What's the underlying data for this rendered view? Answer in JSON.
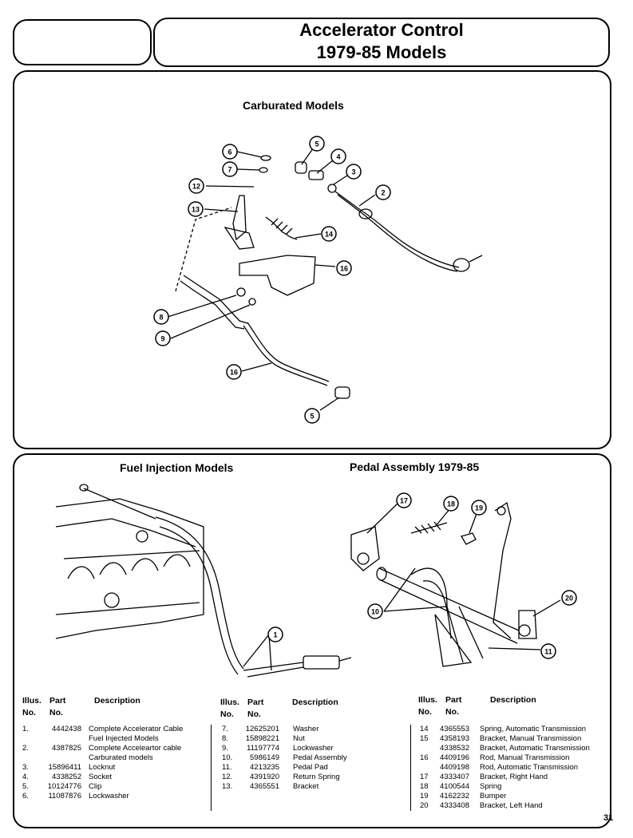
{
  "header": {
    "title_line1": "Accelerator Control",
    "title_line2": "1979-85 Models"
  },
  "sections": {
    "carburated": "Carburated Models",
    "fuel_injection": "Fuel Injection Models",
    "pedal_assembly": "Pedal Assembly 1979-85"
  },
  "callouts": {
    "carburated": [
      "6",
      "7",
      "5",
      "4",
      "3",
      "12",
      "2",
      "13",
      "14",
      "16",
      "8",
      "9",
      "16",
      "5"
    ],
    "fuel_injection": [
      "1"
    ],
    "pedal": [
      "17",
      "18",
      "19",
      "10",
      "20",
      "11"
    ]
  },
  "parts_table": {
    "headers": {
      "illus": "Illus.",
      "no": "No.",
      "part": "Part",
      "part_no": "No.",
      "description": "Description"
    },
    "columns": [
      [
        {
          "illus": "1.",
          "part": "4442438",
          "desc": "Complete Accelerator Cable"
        },
        {
          "illus": "",
          "part": "",
          "desc": "Fuel Injected Models"
        },
        {
          "illus": "2.",
          "part": "4387825",
          "desc": "Complete Acceleartor cable"
        },
        {
          "illus": "",
          "part": "",
          "desc": "Carburated models"
        },
        {
          "illus": "3.",
          "part": "15896411",
          "desc": "Locknut"
        },
        {
          "illus": "4.",
          "part": "4338252",
          "desc": "Socket"
        },
        {
          "illus": "5.",
          "part": "10124776",
          "desc": "Clip"
        },
        {
          "illus": "6.",
          "part": "11087876",
          "desc": "Lockwasher"
        }
      ],
      [
        {
          "illus": "7.",
          "part": "12625201",
          "desc": "Washer"
        },
        {
          "illus": "8.",
          "part": "15898221",
          "desc": "Nut"
        },
        {
          "illus": "9.",
          "part": "11197774",
          "desc": "Lockwasher"
        },
        {
          "illus": "10.",
          "part": "5986149",
          "desc": "Pedal Assembly"
        },
        {
          "illus": "11.",
          "part": "4213235",
          "desc": "Pedal Pad"
        },
        {
          "illus": "12.",
          "part": "4391920",
          "desc": "Return Spring"
        },
        {
          "illus": "13.",
          "part": "4365551",
          "desc": "Bracket"
        }
      ],
      [
        {
          "illus": "14",
          "part": "4365553",
          "desc": "Spring, Automatic Transmission"
        },
        {
          "illus": "15",
          "part": "4358193",
          "desc": "Bracket, Manual Transmission"
        },
        {
          "illus": "",
          "part": "4338532",
          "desc": "Bracket, Automatic Transmission"
        },
        {
          "illus": "16",
          "part": "4409196",
          "desc": "Rod, Manual Transmission"
        },
        {
          "illus": "",
          "part": "4409198",
          "desc": "Rod, Automatic Transmission"
        },
        {
          "illus": "17",
          "part": "4333407",
          "desc": "Bracket, Right Hand"
        },
        {
          "illus": "18",
          "part": "4100544",
          "desc": "Spring"
        },
        {
          "illus": "19",
          "part": "4162232",
          "desc": "Bumper"
        },
        {
          "illus": "20",
          "part": "4333408",
          "desc": "Bracket, Left Hand"
        }
      ]
    ]
  },
  "page_number": "31"
}
